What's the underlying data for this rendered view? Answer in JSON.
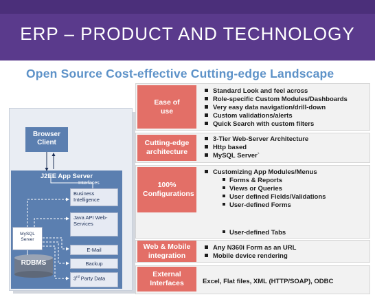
{
  "header": {
    "title": "ERP – PRODUCT AND TECHNOLOGY",
    "subtitle": "Open Source Cost-effective Cutting-edge Landscape"
  },
  "architecture": {
    "browser": "Browser Client",
    "server_title": "J2EE App Server",
    "interfaces_label": "Interfaces",
    "business_intelligence": "Business Intelligence",
    "java_api": "Java API Web-Services",
    "email": "E-Mail",
    "backup": "Backup",
    "third_party_sup": "rd",
    "third_party_pre": "3",
    "third_party_post": "Party Data",
    "mysql_server": "MySQL Server",
    "rdbms": "RDBMS"
  },
  "rows": [
    {
      "category": "Ease of use",
      "bullets": [
        "Standard Look and feel across",
        "Role-specific Custom Modules/Dashboards",
        "Very easy data navigation/drill-down",
        "Custom validations/alerts",
        "Quick Search with custom filters"
      ]
    },
    {
      "category": "Cutting-edge architecture",
      "bullets": [
        "3-Tier Web-Server Architecture",
        "Http based",
        "MySQL Server`"
      ]
    },
    {
      "category": "100% Configurations",
      "bullets": [
        "Customizing App Modules/Menus"
      ],
      "sub_bullets": [
        "Forms & Reports",
        "Views or Queries",
        "User defined Fields/Validations",
        "User-defined Forms",
        "User-defined Tabs"
      ]
    },
    {
      "category": "Web & Mobile integration",
      "bullets": [
        "Any N360i Form as an URL",
        "Mobile device rendering"
      ]
    },
    {
      "category": "External Interfaces",
      "text": "Excel, Flat files, XML (HTTP/SOAP), ODBC"
    }
  ],
  "colors": {
    "header_bg": "#5a3a8c",
    "subtitle": "#5d92c8",
    "category_bg": "#e36f67",
    "server_blue": "#5b7fb0"
  }
}
